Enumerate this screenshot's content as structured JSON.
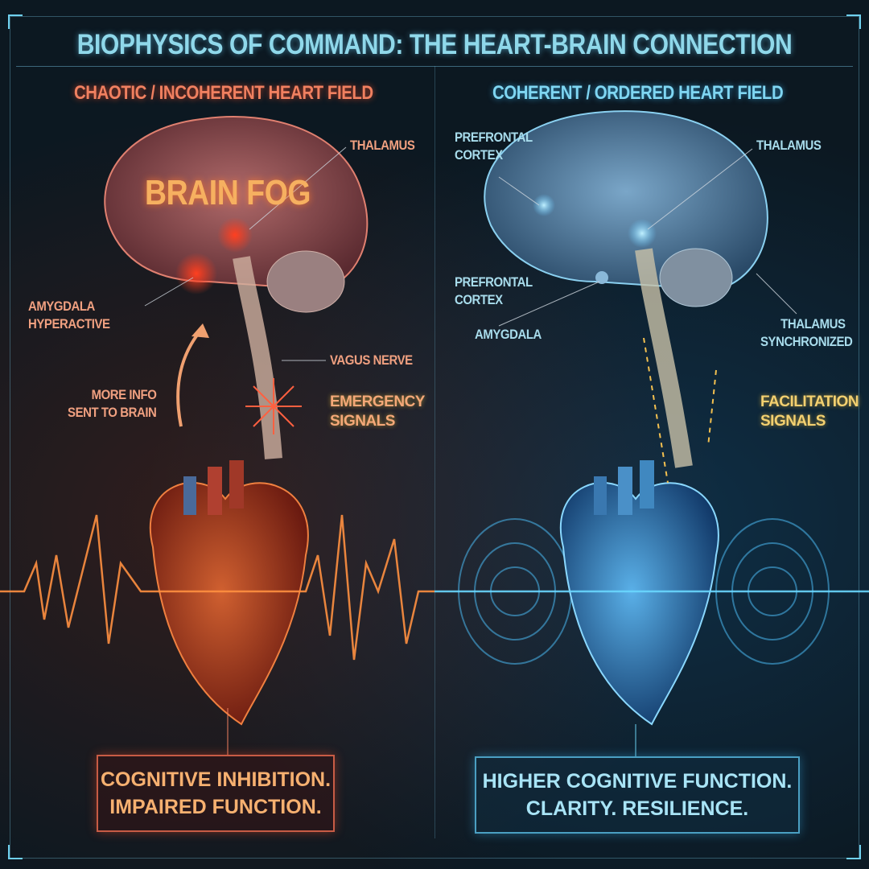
{
  "title": "Biophysics of Command: The Heart-Brain Connection",
  "left": {
    "heading": "Chaotic / Incoherent Heart Field",
    "brain_fog": "Brain Fog",
    "labels": {
      "thalamus": "Thalamus",
      "amygdala": "Amygdala Hyperactive",
      "vagus": "Vagus Nerve",
      "more_info": "More info sent to brain",
      "emergency": "Emergency Signals"
    },
    "outcome": "Cognitive Inhibition. Impaired Function.",
    "color": "#f08060"
  },
  "right": {
    "heading": "Coherent / Ordered Heart Field",
    "labels": {
      "prefrontal_top": "Prefrontal Cortex",
      "thalamus": "Thalamus",
      "prefrontal_mid": "Prefrontal Cortex",
      "amygdala": "Amygdala",
      "thalamus_sync": "Thalamus Synchronized",
      "facilitation": "Facilitation Signals"
    },
    "outcome": "Higher Cognitive Function. Clarity. Resilience.",
    "color": "#7fd6f2"
  }
}
